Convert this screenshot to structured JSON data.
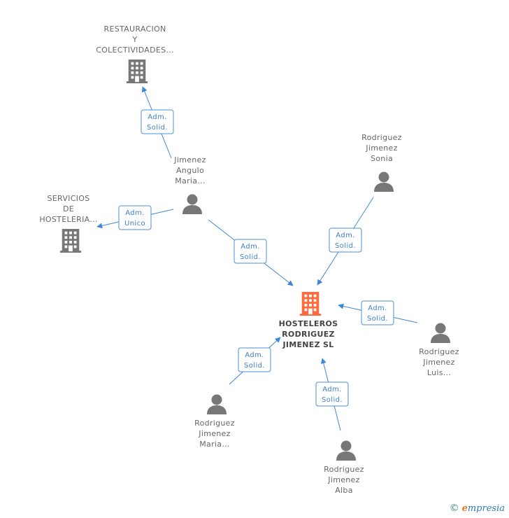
{
  "colors": {
    "edge": "#3f86d6",
    "main_node": "#ff6a3d",
    "company_node": "#777777",
    "person_node": "#777777",
    "label_box_border": "#4a90d9"
  },
  "nodes": [
    {
      "id": "main",
      "type": "company-main",
      "icon": "building-icon",
      "lines": [
        "HOSTELEROS",
        "RODRIGUEZ",
        "JIMENEZ  SL"
      ]
    },
    {
      "id": "restauracion",
      "type": "company",
      "icon": "building-icon",
      "lines": [
        "RESTAURACION",
        "Y",
        "COLECTIVIDADES..."
      ]
    },
    {
      "id": "servicios",
      "type": "company",
      "icon": "building-icon",
      "lines": [
        "SERVICIOS",
        "DE",
        "HOSTELERIA..."
      ]
    },
    {
      "id": "jimenez",
      "type": "person",
      "icon": "person-icon",
      "lines": [
        "Jimenez",
        "Angulo",
        "Maria..."
      ]
    },
    {
      "id": "sonia",
      "type": "person",
      "icon": "person-icon",
      "lines": [
        "Rodriguez",
        "Jimenez",
        "Sonia"
      ]
    },
    {
      "id": "luis",
      "type": "person",
      "icon": "person-icon",
      "lines": [
        "Rodriguez",
        "Jimenez",
        "Luis..."
      ]
    },
    {
      "id": "maria",
      "type": "person",
      "icon": "person-icon",
      "lines": [
        "Rodriguez",
        "Jimenez",
        "Maria..."
      ]
    },
    {
      "id": "alba",
      "type": "person",
      "icon": "person-icon",
      "lines": [
        "Rodriguez",
        "Jimenez",
        "Alba"
      ]
    }
  ],
  "edges": [
    {
      "from": "jimenez",
      "to": "restauracion",
      "label": [
        "Adm.",
        "Solid."
      ]
    },
    {
      "from": "jimenez",
      "to": "servicios",
      "label": [
        "Adm.",
        "Unico"
      ]
    },
    {
      "from": "jimenez",
      "to": "main",
      "label": [
        "Adm.",
        "Solid."
      ]
    },
    {
      "from": "sonia",
      "to": "main",
      "label": [
        "Adm.",
        "Solid."
      ]
    },
    {
      "from": "luis",
      "to": "main",
      "label": [
        "Adm.",
        "Solid."
      ]
    },
    {
      "from": "maria",
      "to": "main",
      "label": [
        "Adm.",
        "Solid."
      ]
    },
    {
      "from": "alba",
      "to": "main",
      "label": [
        "Adm.",
        "Solid."
      ]
    }
  ],
  "footer": {
    "copyright": "©",
    "brand_initial": "e",
    "brand_rest": "mpresia"
  }
}
